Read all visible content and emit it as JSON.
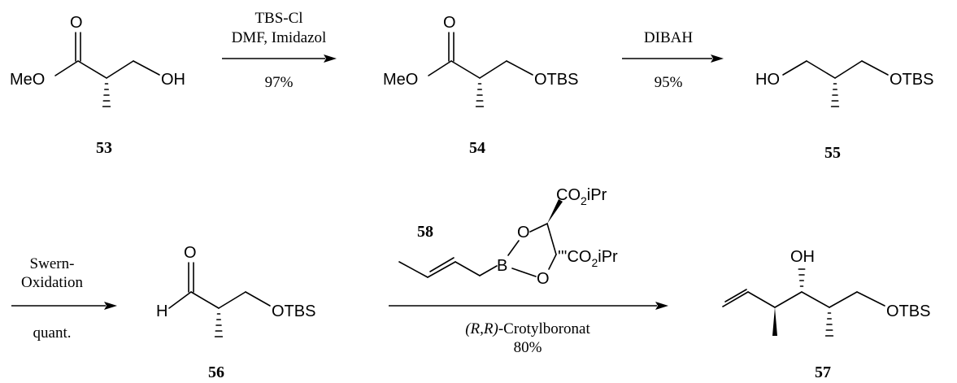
{
  "compounds": {
    "c53": {
      "number": "53",
      "label_meo": "MeO",
      "label_o": "O",
      "label_oh": "OH"
    },
    "c54": {
      "number": "54",
      "label_meo": "MeO",
      "label_o": "O",
      "label_otbs": "OTBS"
    },
    "c55": {
      "number": "55",
      "label_ho": "HO",
      "label_otbs": "OTBS"
    },
    "c56": {
      "number": "56",
      "label_h": "H",
      "label_o": "O",
      "label_otbs": "OTBS"
    },
    "c57": {
      "number": "57",
      "label_oh": "OH",
      "label_otbs": "OTBS"
    },
    "c58": {
      "number": "58",
      "label_o1": "O",
      "label_o2": "O",
      "label_b": "B",
      "ester1": "CO",
      "ester1_sub": "2",
      "ester1_tail": "iPr",
      "ester2": "'''CO",
      "ester2_sub": "2",
      "ester2_tail": "iPr"
    }
  },
  "steps": {
    "s1": {
      "reagent1": "TBS-Cl",
      "reagent2": "DMF, Imidazol",
      "yield": "97%"
    },
    "s2": {
      "reagent1": "DIBAH",
      "yield": "95%"
    },
    "s3": {
      "reagent1": "Swern-",
      "reagent2": "Oxidation",
      "yield": "quant."
    },
    "s4": {
      "reagent_italic": "(R,R)",
      "reagent_text": "-Crotylboronat",
      "yield": "80%"
    }
  }
}
